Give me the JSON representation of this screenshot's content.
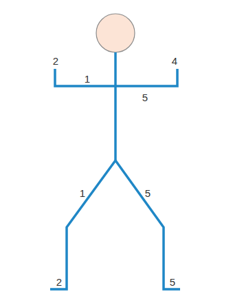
{
  "diagram": {
    "labels": [
      "2",
      "4",
      "1",
      "5",
      "1",
      "5",
      "2",
      "5"
    ]
  }
}
